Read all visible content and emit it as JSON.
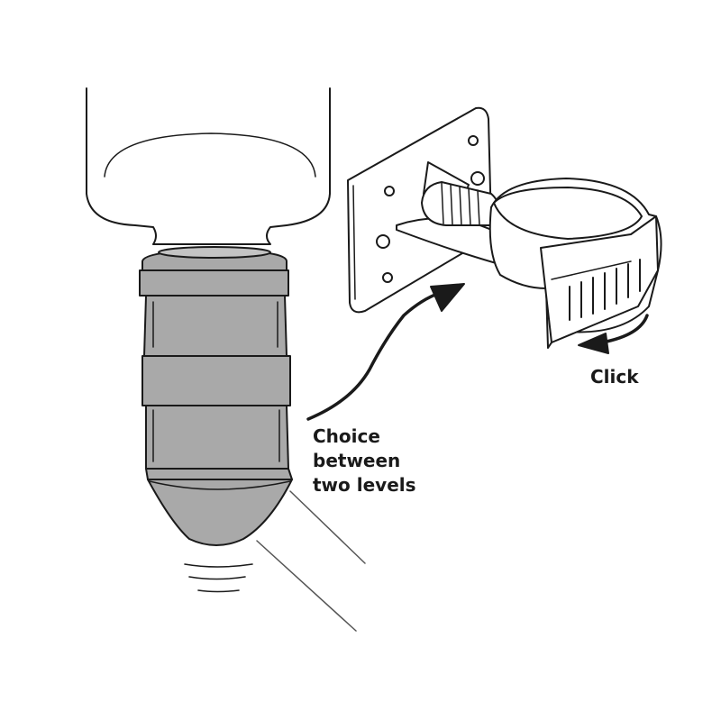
{
  "annotations": {
    "choice": [
      "Choice",
      "between",
      "two levels"
    ],
    "click": "Click"
  },
  "colors": {
    "stroke": "#1a1a1a",
    "body_fill": "#a9a9a9",
    "body_fill_light": "#c4c4c4",
    "background": "#ffffff"
  },
  "icons": [
    "water-bottle-icon",
    "drinker-nozzle-icon",
    "wall-bracket-clamp-icon",
    "curved-arrow-icon",
    "rotate-arrow-icon"
  ]
}
